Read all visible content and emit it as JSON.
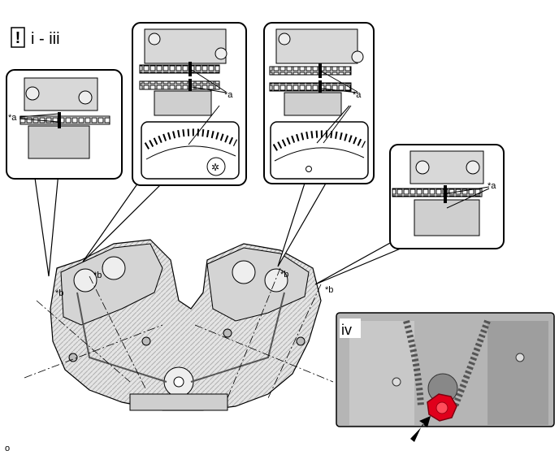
{
  "header": {
    "caution_mark": "!",
    "step_range": "i - iii"
  },
  "labels": {
    "mark_a": "*a",
    "mark_b": "*b",
    "step_iv": "iv",
    "corner_mark": "o"
  },
  "colors": {
    "line": "#000000",
    "engine_fill": "#d9d9d9",
    "engine_dark": "#8c8c8c",
    "callout_bg": "#ffffff",
    "bolt_red": "#e0001b",
    "photo_bg": "#bdbdbd"
  },
  "icons": {
    "caution": "caution-box-icon",
    "pointer": "black-arrow-icon"
  }
}
